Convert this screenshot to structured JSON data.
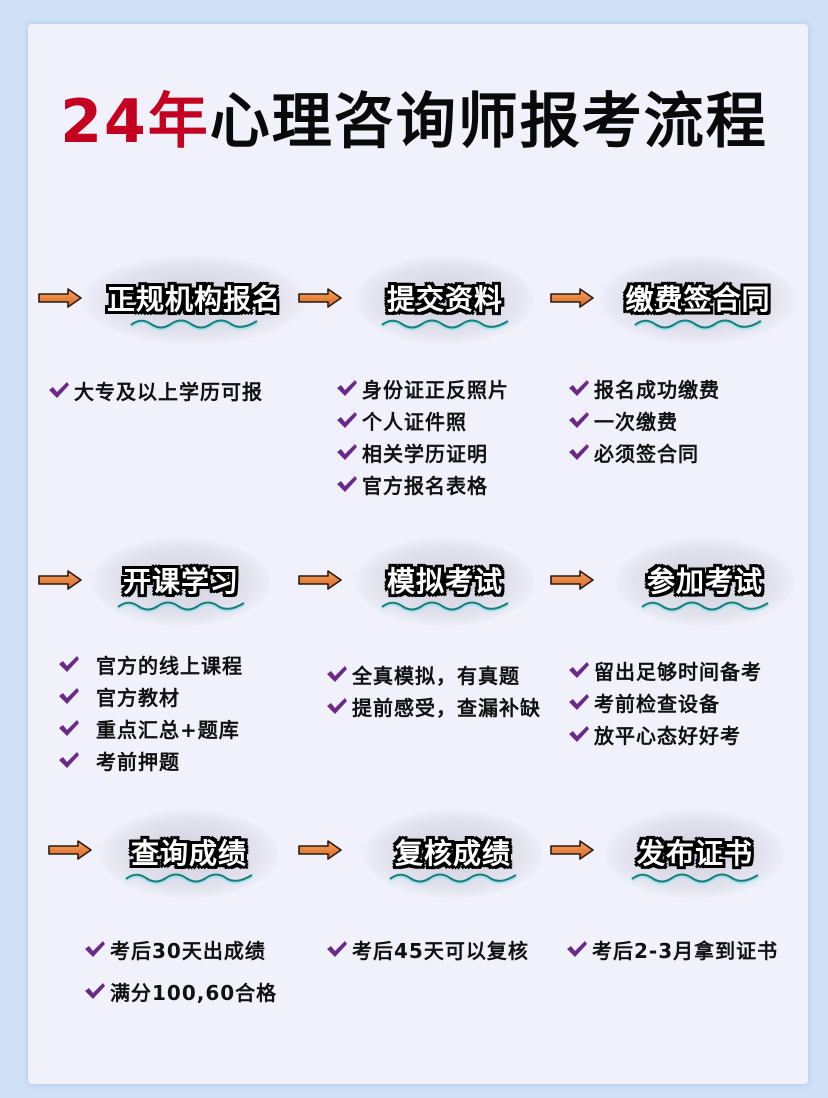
{
  "title": {
    "year": "24年",
    "rest": "心理咨询师报考流程"
  },
  "colors": {
    "accent_red": "#c3001f",
    "check_purple": "#6b2a8a",
    "arrow_orange": "#e8843a",
    "wave_teal": "#1e7d7a",
    "background": "#cfe0f7",
    "card": "#f0f1fb"
  },
  "icons": {
    "arrow": "arrow-right-icon",
    "check": "check-icon",
    "underline": "wave-underline"
  },
  "steps": [
    {
      "label": "正规机构报名",
      "items": [
        "大专及以上学历可报"
      ]
    },
    {
      "label": "提交资料",
      "items": [
        "身份证正反照片",
        "个人证件照",
        "相关学历证明",
        "官方报名表格"
      ]
    },
    {
      "label": "缴费签合同",
      "items": [
        "报名成功缴费",
        "一次缴费",
        "必须签合同"
      ]
    },
    {
      "label": "开课学习",
      "items": [
        "官方的线上课程",
        "官方教材",
        "重点汇总+题库",
        "考前押题"
      ]
    },
    {
      "label": "模拟考试",
      "items": [
        "全真模拟，有真题",
        "提前感受，查漏补缺"
      ]
    },
    {
      "label": "参加考试",
      "items": [
        "留出足够时间备考",
        "考前检查设备",
        "放平心态好好考"
      ]
    },
    {
      "label": "查询成绩",
      "items": [
        "考后30天出成绩",
        "满分100,60合格"
      ]
    },
    {
      "label": "复核成绩",
      "items": [
        "考后45天可以复核"
      ]
    },
    {
      "label": "发布证书",
      "items": [
        "考后2-3月拿到证书"
      ]
    }
  ]
}
